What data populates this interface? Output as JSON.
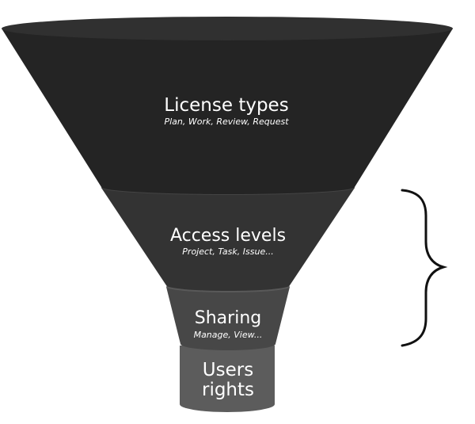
{
  "stages": [
    {
      "title": "License types",
      "subtitle": "Plan, Work, Review, Request"
    },
    {
      "title": "Access levels",
      "subtitle": "Project, Task, Issue..."
    },
    {
      "title": "Sharing",
      "subtitle": "Manage, View..."
    },
    {
      "title_line1": "Users",
      "title_line2": "rights"
    }
  ],
  "colors": {
    "stage1_body": "#242424",
    "stage1_top": "#303030",
    "stage2_body": "#333333",
    "stage2_top": "#444444",
    "stage3_body": "#474747",
    "stage3_top": "#595959",
    "stage4_body": "#5c5c5c",
    "brace": "#111111"
  },
  "icons": {
    "bracket": "right-curly-brace-icon"
  }
}
